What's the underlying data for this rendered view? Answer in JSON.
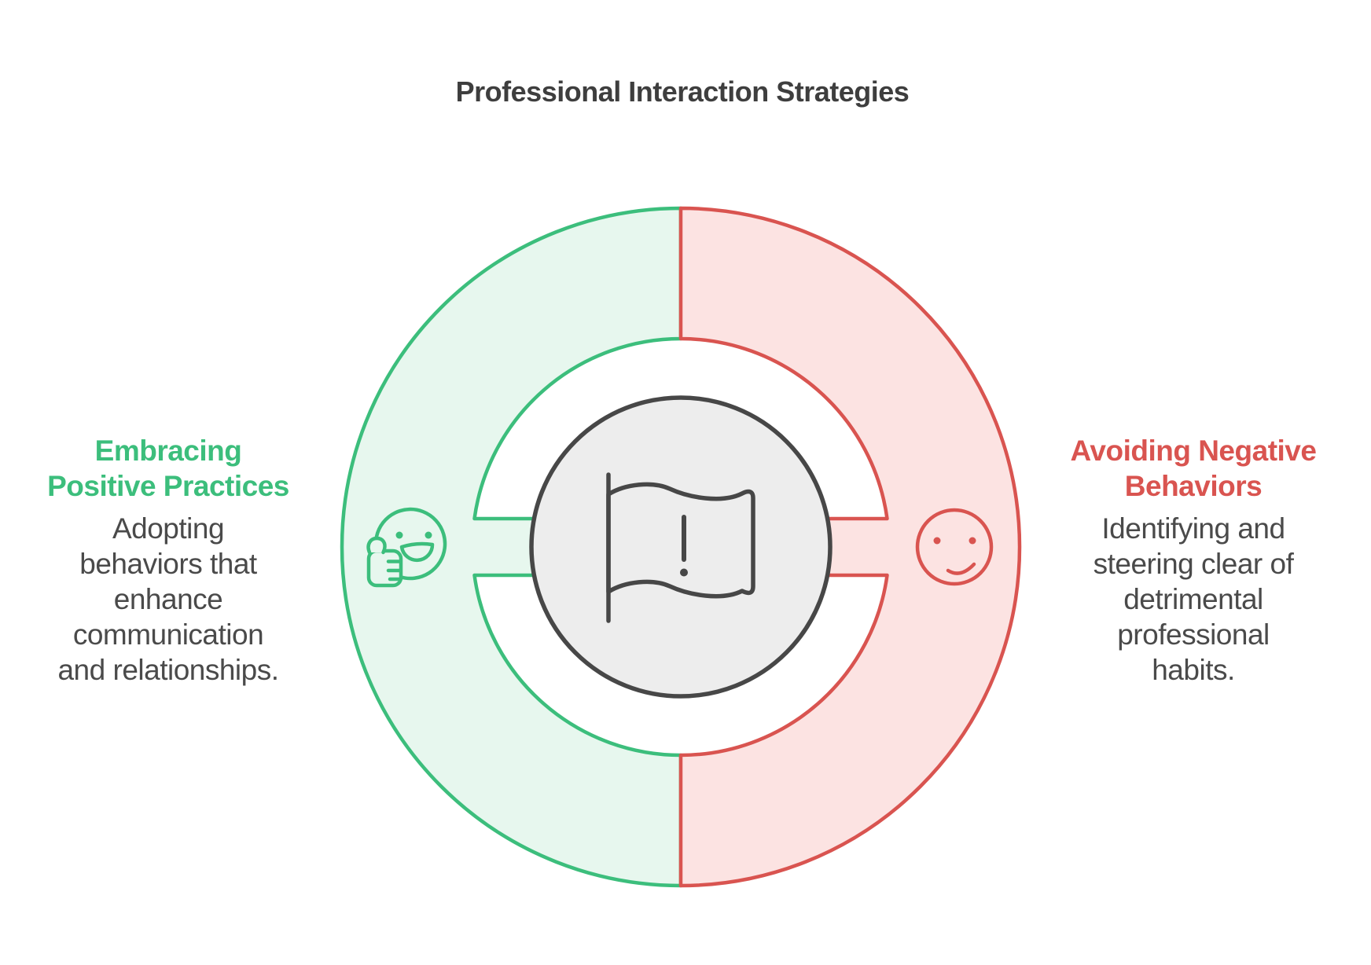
{
  "title": "Professional Interaction Strategies",
  "colors": {
    "green": "#3cbe7c",
    "green_light": "#e7f7ee",
    "red": "#d95450",
    "red_light": "#fce3e2",
    "dark": "#474747",
    "gray_light": "#ededed",
    "title_text": "#3e3e3e",
    "body_text": "#4a4a4a"
  },
  "icons": {
    "center": "flag-exclamation-icon",
    "positive": "smiley-thumbs-up-icon",
    "negative": "sad-face-icon"
  },
  "sections": {
    "positive": {
      "title_lines": [
        "Embracing",
        "Positive Practices"
      ],
      "desc_lines": [
        "Adopting",
        "behaviors that",
        "enhance",
        "communication",
        "and relationships."
      ]
    },
    "negative": {
      "title_lines": [
        "Avoiding Negative",
        "Behaviors"
      ],
      "desc_lines": [
        "Identifying and",
        "steering clear of",
        "detrimental",
        "professional",
        "habits."
      ]
    }
  }
}
